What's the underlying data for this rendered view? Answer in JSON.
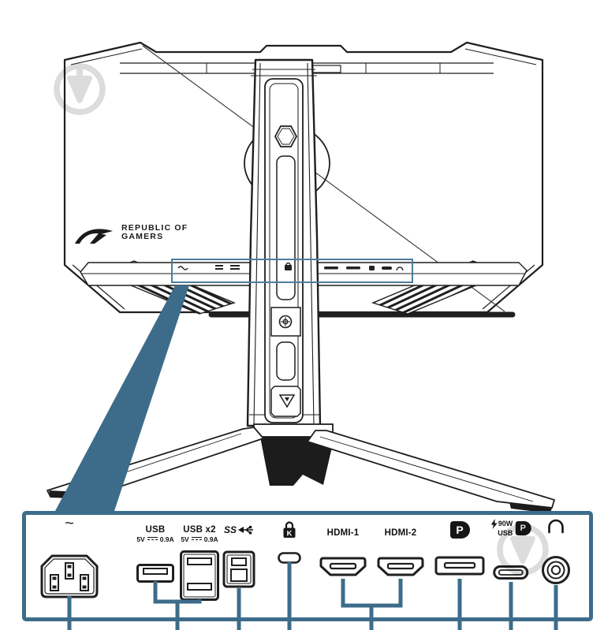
{
  "colors": {
    "accent": "#3d6c8a",
    "ink": "#1f1f1f"
  },
  "brand": {
    "line1": "REPUBLIC OF",
    "line2": "GAMERS"
  },
  "ports": {
    "ac": {
      "symbol": "~"
    },
    "usb_single": {
      "title": "USB",
      "volts": "5V",
      "amps": "0.9A"
    },
    "usb_dual": {
      "title": "USB x2",
      "volts": "5V",
      "amps": "0.9A"
    },
    "usb_upstream": {
      "ss": "SS"
    },
    "kensington": {
      "k": "K"
    },
    "hdmi1": {
      "label": "HDMI-1"
    },
    "hdmi2": {
      "label": "HDMI-2"
    },
    "displayport": {
      "letter": "P"
    },
    "usbc": {
      "watts": "90W",
      "usb": "USB",
      "dp_letter": "P"
    }
  }
}
